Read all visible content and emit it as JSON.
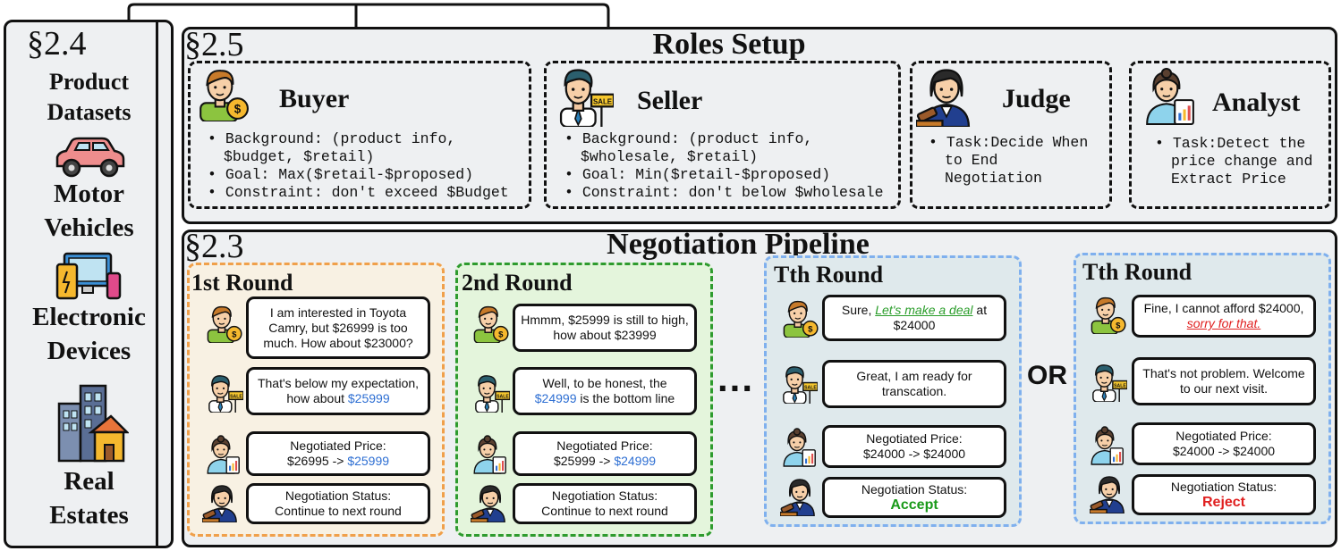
{
  "datasets": {
    "section": "§2.4",
    "title_line1": "Product",
    "title_line2": "Datasets",
    "categories": [
      {
        "line1": "Motor",
        "line2": "Vehicles",
        "icon": "car-icon"
      },
      {
        "line1": "Electronic",
        "line2": "Devices",
        "icon": "electronics-icon"
      },
      {
        "line1": "Real",
        "line2": "Estates",
        "icon": "buildings-icon"
      }
    ]
  },
  "roles": {
    "section": "§2.5",
    "title": "Roles Setup",
    "buyer": {
      "name": "Buyer",
      "bullets": [
        "Background: (product info,",
        "$budget, $retail)",
        "Goal: Max($retail-$proposed)",
        "Constraint: don't exceed $Budget"
      ]
    },
    "seller": {
      "name": "Seller",
      "bullets": [
        "Background: (product info,",
        "$wholesale, $retail)",
        "Goal: Min($retail-$proposed)",
        "Constraint: don't below $wholesale"
      ]
    },
    "judge": {
      "name": "Judge",
      "bullets": [
        "Task:Decide When",
        "to End",
        "Negotiation"
      ]
    },
    "analyst": {
      "name": "Analyst",
      "bullets": [
        "Task:Detect  the",
        "price change and",
        "Extract Price"
      ]
    }
  },
  "pipeline": {
    "section": "§2.3",
    "title": "Negotiation Pipeline",
    "ellipsis": "...",
    "or_label": "OR",
    "round1": {
      "title": "1st Round",
      "buyer_msg": [
        "I am interested in Toyota",
        "Camry, but  $26999 is too",
        "much. How about $23000?"
      ],
      "seller_msg_1": "That's below my expectation,",
      "seller_msg_2": "how about ",
      "seller_msg_price": "$25999",
      "price_label": "Negotiated Price:",
      "price_from": "$26995 -> ",
      "price_to": "$25999",
      "status_label": "Negotiation Status:",
      "status_value": "Continue to next round"
    },
    "round2": {
      "title": "2nd Round",
      "buyer_msg": [
        "Hmmm, $25999 is still to high,",
        "how about $23999"
      ],
      "seller_msg_1": "Well, to be honest, the",
      "seller_msg_price": "$24999",
      "seller_msg_2": " is the bottom line",
      "price_label": "Negotiated Price:",
      "price_from": "$25999 -> ",
      "price_to": "$24999",
      "status_label": "Negotiation Status:",
      "status_value": "Continue to next round"
    },
    "roundT_accept": {
      "title": "Tth Round",
      "buyer_msg_1": "Sure, ",
      "buyer_msg_deal": "Let's make a deal",
      "buyer_msg_2": " at",
      "buyer_msg_3": "$24000",
      "seller_msg": [
        "Great, I am ready for",
        "transcation."
      ],
      "price_label": "Negotiated Price:",
      "price_value": "$24000 ->  $24000",
      "status_label": "Negotiation Status:",
      "status_value": "Accept"
    },
    "roundT_reject": {
      "title": "Tth Round",
      "buyer_msg_1": "Fine, I cannot afford $24000,",
      "buyer_msg_sorry": "sorry for that.",
      "seller_msg": [
        "That's not problem. Welcome",
        "to our next visit."
      ],
      "price_label": "Negotiated Price:",
      "price_value": "$24000 ->  $24000",
      "status_label": "Negotiation Status:",
      "status_value": "Reject"
    }
  },
  "colors": {
    "round1_border": "#f0a04b",
    "round1_bg": "#f8f1e3",
    "round2_border": "#2e9b2e",
    "round2_bg": "#e4f5dc",
    "roundT_border": "#7fb0ee",
    "roundT_bg": "#dfe9ec",
    "price_blue": "#2e6fd3",
    "accept_green": "#1a9a1a",
    "reject_red": "#e02020"
  }
}
